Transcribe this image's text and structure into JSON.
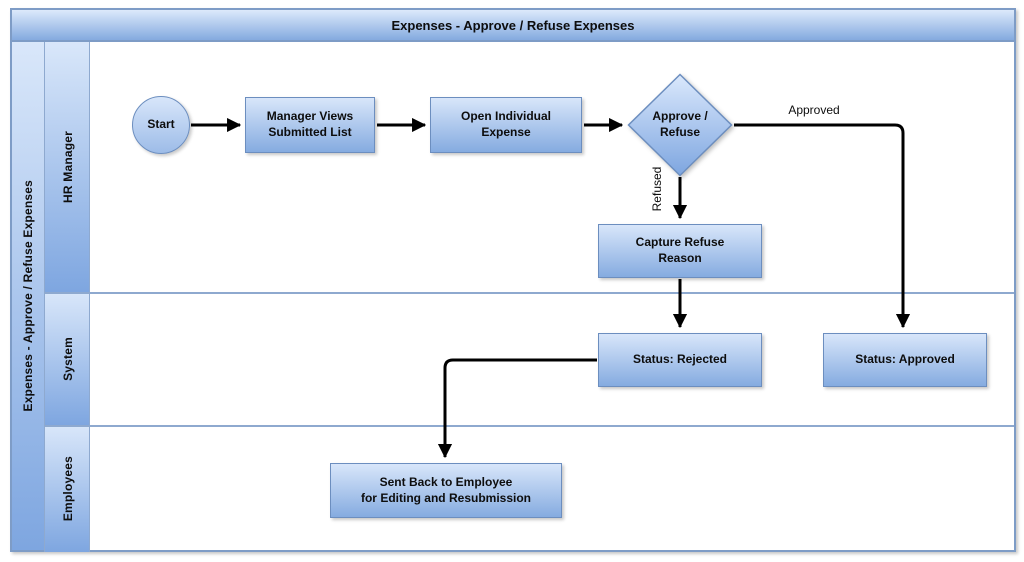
{
  "diagram": {
    "title": "Expenses - Approve / Refuse Expenses",
    "pool_label": "Expenses - Approve / Refuse Expenses",
    "lanes": [
      {
        "label": "HR Manager"
      },
      {
        "label": "System"
      },
      {
        "label": "Employees"
      }
    ],
    "nodes": {
      "start": {
        "type": "start-event",
        "lane": "HR Manager",
        "label": "Start"
      },
      "manager_views": {
        "type": "process",
        "lane": "HR Manager",
        "label": "Manager Views\nSubmitted List"
      },
      "open_individual": {
        "type": "process",
        "lane": "HR Manager",
        "label": "Open Individual\nExpense"
      },
      "approve_refuse": {
        "type": "decision",
        "lane": "HR Manager",
        "label": "Approve /\nRefuse"
      },
      "capture_refuse": {
        "type": "process",
        "lane": "HR Manager",
        "label": "Capture Refuse\nReason"
      },
      "status_rejected": {
        "type": "process",
        "lane": "System",
        "label": "Status: Rejected"
      },
      "status_approved": {
        "type": "process",
        "lane": "System",
        "label": "Status: Approved"
      },
      "sent_back": {
        "type": "process",
        "lane": "Employees",
        "label": "Sent Back to Employee\nfor Editing and Resubmission"
      }
    },
    "edges": [
      {
        "from": "start",
        "to": "manager_views",
        "label": ""
      },
      {
        "from": "manager_views",
        "to": "open_individual",
        "label": ""
      },
      {
        "from": "open_individual",
        "to": "approve_refuse",
        "label": ""
      },
      {
        "from": "approve_refuse",
        "to": "capture_refuse",
        "label": "Refused"
      },
      {
        "from": "capture_refuse",
        "to": "status_rejected",
        "label": ""
      },
      {
        "from": "approve_refuse",
        "to": "status_approved",
        "label": "Approved"
      },
      {
        "from": "status_rejected",
        "to": "sent_back",
        "label": ""
      }
    ],
    "edge_labels": {
      "approved": "Approved",
      "refused": "Refused"
    },
    "colors": {
      "shape_fill_top": "#dae8fc",
      "shape_fill_bottom": "#7ea6e0",
      "shape_border": "#6c8ebf",
      "frame_border": "#7e9cc6",
      "connector": "#000000",
      "text": "#0d0d0d",
      "background": "#ffffff"
    }
  }
}
